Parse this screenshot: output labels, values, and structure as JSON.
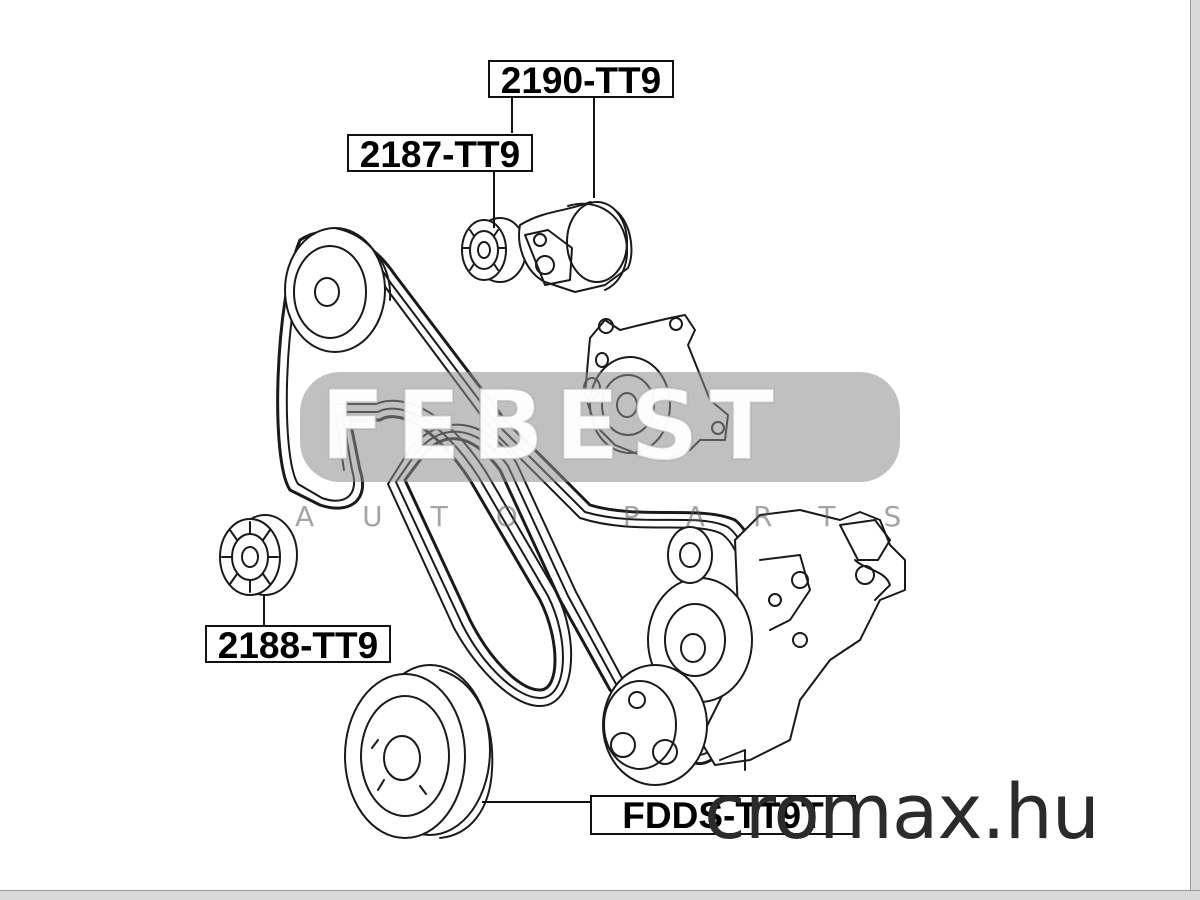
{
  "parts": {
    "tensioner_assembly": "2190-TT9",
    "tensioner_pulley": "2187-TT9",
    "idler_pulley": "2188-TT9",
    "crankshaft_pulley": "FDDS-TT9T"
  },
  "watermark": {
    "brand": "FEBEST",
    "tagline": "AUTO PARTS",
    "site": "cromax.hu"
  },
  "colors": {
    "line": "#111111",
    "watermark_band": "#8c8c8c",
    "frame": "#d9d9d9"
  }
}
